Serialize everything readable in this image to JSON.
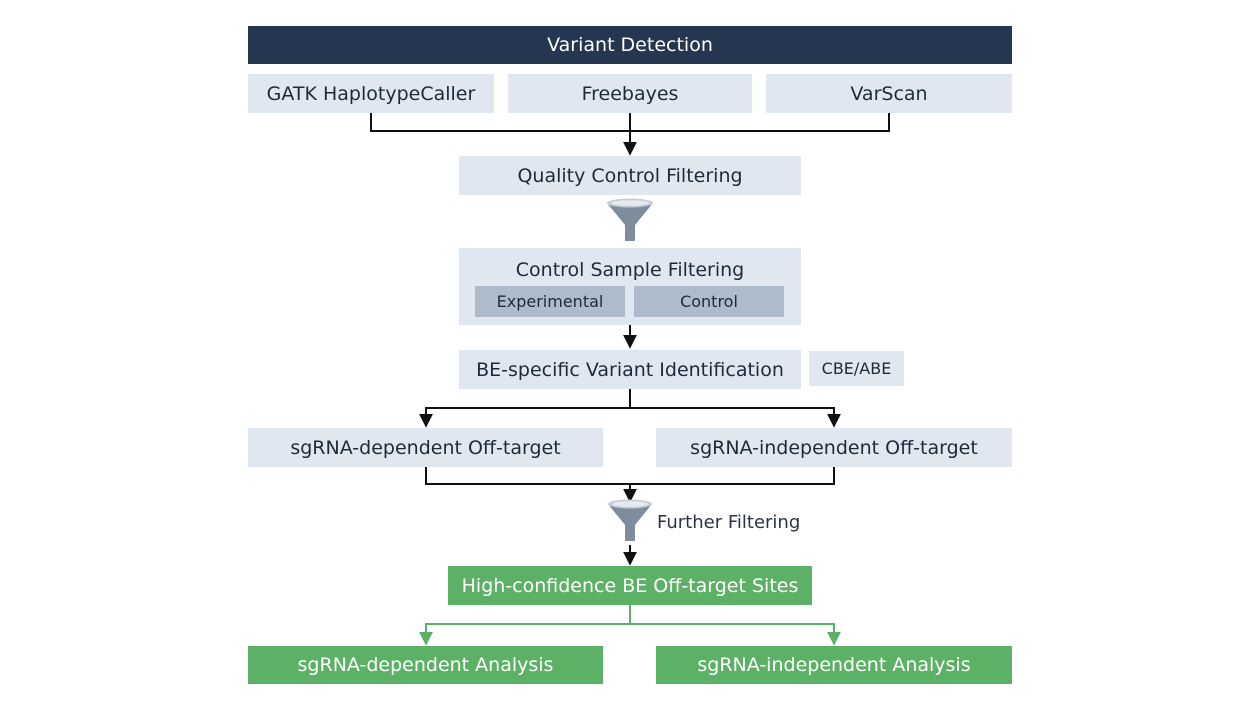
{
  "header": {
    "title": "Variant Detection"
  },
  "callers": [
    "GATK HaplotypeCaller",
    "Freebayes",
    "VarScan"
  ],
  "qc": {
    "label": "Quality Control Filtering"
  },
  "control_filter": {
    "title": "Control Sample Filtering",
    "experimental": "Experimental",
    "control": "Control"
  },
  "be_variant": {
    "label": "BE-specific Variant Identification",
    "tag": "CBE/ABE"
  },
  "offtarget": {
    "dependent": "sgRNA-dependent Off-target",
    "independent": "sgRNA-independent Off-target"
  },
  "further": {
    "label": "Further Filtering"
  },
  "high_conf": {
    "label": "High-confidence BE Off-target Sites"
  },
  "analysis": {
    "dependent": "sgRNA-dependent Analysis",
    "independent": "sgRNA-independent Analysis"
  },
  "colors": {
    "header": "#243650",
    "light_box": "#e1e7f0",
    "mid_box": "#aebbcb",
    "green": "#5cb166",
    "arrow": "#111111",
    "funnel": "#7f8c9b"
  }
}
